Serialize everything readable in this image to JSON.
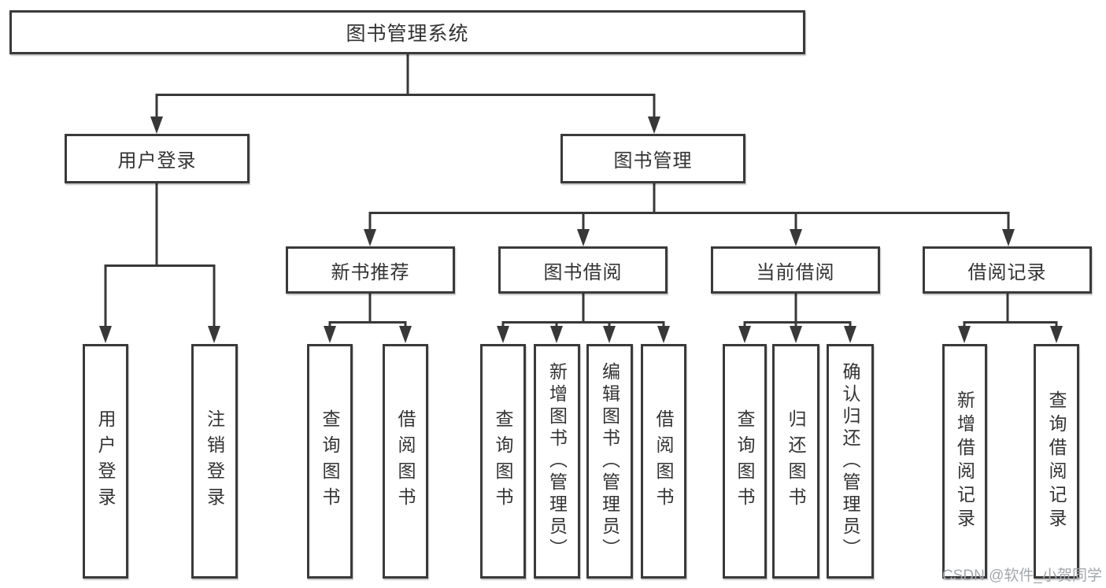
{
  "tree": {
    "root": "图书管理系统",
    "branches": [
      {
        "label": "用户登录",
        "leaves": [
          "用户登录",
          "注销登录"
        ]
      },
      {
        "label": "图书管理",
        "sections": [
          {
            "label": "新书推荐",
            "leaves": [
              "查询图书",
              "借阅图书"
            ]
          },
          {
            "label": "图书借阅",
            "leaves": [
              "查询图书",
              "新增图书（管理员）",
              "编辑图书（管理员）",
              "借阅图书"
            ]
          },
          {
            "label": "当前借阅",
            "leaves": [
              "查询图书",
              "归还图书",
              "确认归还（管理员）"
            ]
          },
          {
            "label": "借阅记录",
            "leaves": [
              "新增借阅记录",
              "查询借阅记录"
            ]
          }
        ]
      }
    ]
  },
  "watermark": {
    "text": "CSDN @软件_小贺同学"
  },
  "colors": {
    "line": "#383838",
    "box_border": "#3a3a3a",
    "text": "#333333",
    "watermark": "#a3a7ab",
    "background": "#ffffff"
  }
}
